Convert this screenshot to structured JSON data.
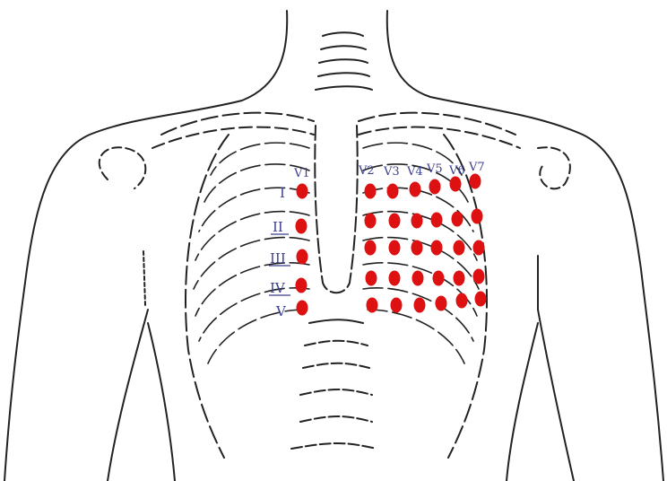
{
  "diagram": {
    "lead_labels": [
      "V1",
      "V2",
      "V3",
      "V4",
      "V5",
      "V6",
      "V7"
    ],
    "row_labels": [
      "I",
      "II",
      "III",
      "IV",
      "V"
    ],
    "electrode_color": "#dd1111",
    "label_color": "#3b3f8f",
    "outline_color": "#222222"
  }
}
